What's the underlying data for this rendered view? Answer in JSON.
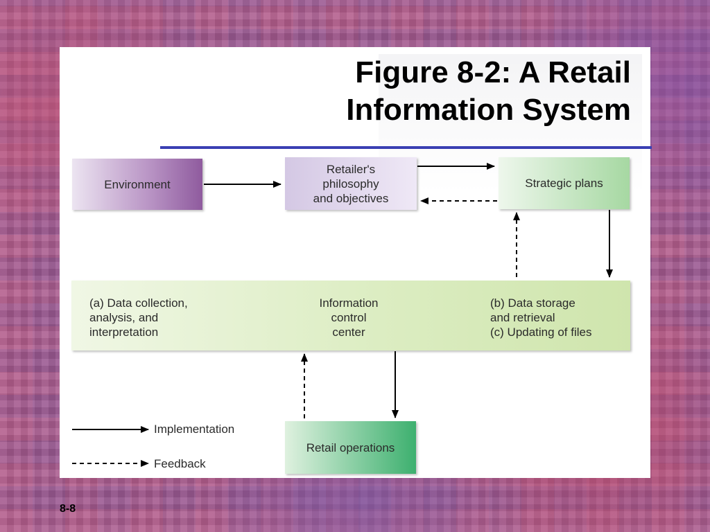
{
  "slide": {
    "title_line1": "Figure 8-2: A Retail",
    "title_line2": "Information System",
    "page_number": "8-8"
  },
  "diagram": {
    "nodes": {
      "environment": "Environment",
      "philosophy": "Retailer's\nphilosophy\nand objectives",
      "strategic_plans": "Strategic plans",
      "retail_operations": "Retail operations"
    },
    "control_center": {
      "left": "(a) Data collection,\n     analysis, and\n     interpretation",
      "middle": "Information\ncontrol\ncenter",
      "right": "(b) Data storage\n     and retrieval\n(c) Updating of files"
    },
    "legend": {
      "implementation": "Implementation",
      "feedback": "Feedback"
    }
  },
  "colors": {
    "title_rule": "#3a3fb3",
    "arrow": "#000000"
  }
}
